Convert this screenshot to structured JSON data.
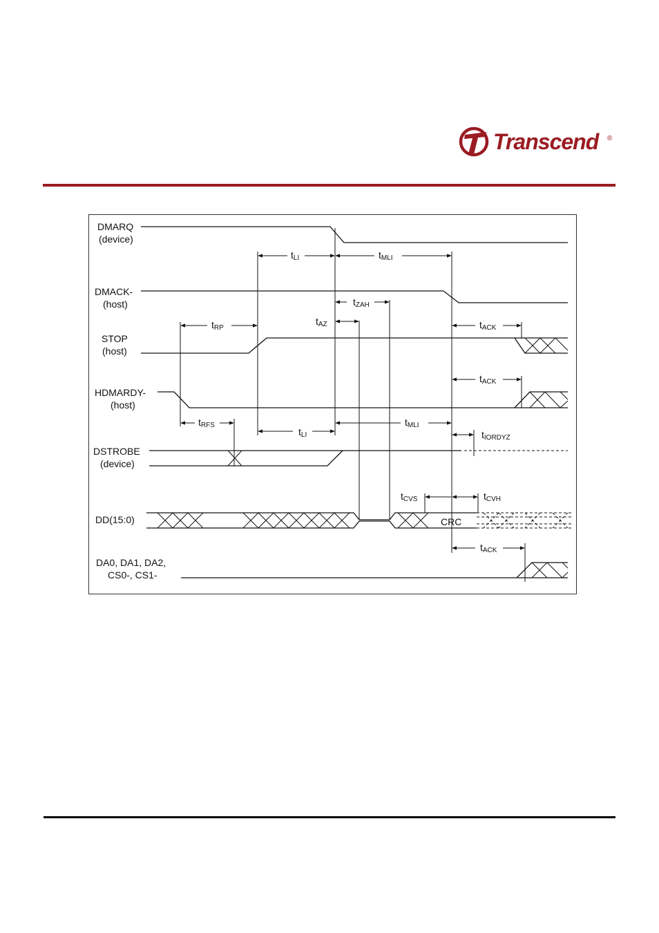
{
  "brand": {
    "name": "Transcend",
    "registered_mark": "®",
    "logo_icon": "transcend-t-logo-icon",
    "color": "#9b1b22"
  },
  "diagram": {
    "signals": [
      {
        "id": "dmarq",
        "line1": "DMARQ",
        "line2": "(device)"
      },
      {
        "id": "dmack",
        "line1": "DMACK-",
        "line2": "(host)"
      },
      {
        "id": "stop",
        "line1": "STOP",
        "line2": "(host)"
      },
      {
        "id": "hdmardy",
        "line1": "HDMARDY-",
        "line2": "(host)"
      },
      {
        "id": "dstrobe",
        "line1": "DSTROBE",
        "line2": "(device)"
      },
      {
        "id": "dd",
        "line1": "DD(15:0)",
        "line2": ""
      },
      {
        "id": "da",
        "line1": "DA0, DA1, DA2,",
        "line2": "CS0-, CS1-"
      }
    ],
    "timing": {
      "tli_top": {
        "main": "t",
        "sub": "LI"
      },
      "tmli_top": {
        "main": "t",
        "sub": "MLI"
      },
      "tzah": {
        "main": "t",
        "sub": "ZAH"
      },
      "taz": {
        "main": "t",
        "sub": "AZ"
      },
      "trp": {
        "main": "t",
        "sub": "RP"
      },
      "tack1": {
        "main": "t",
        "sub": "ACK"
      },
      "tack2": {
        "main": "t",
        "sub": "ACK"
      },
      "trfs": {
        "main": "t",
        "sub": "RFS"
      },
      "tli_bot": {
        "main": "t",
        "sub": "LI"
      },
      "tmli_bot": {
        "main": "t",
        "sub": "MLI"
      },
      "tiordyz": {
        "main": "t",
        "sub": "IORDYZ"
      },
      "tcvs": {
        "main": "t",
        "sub": "CVS"
      },
      "tcvh": {
        "main": "t",
        "sub": "CVH"
      },
      "tack3": {
        "main": "t",
        "sub": "ACK"
      }
    },
    "crc_label": "CRC"
  }
}
